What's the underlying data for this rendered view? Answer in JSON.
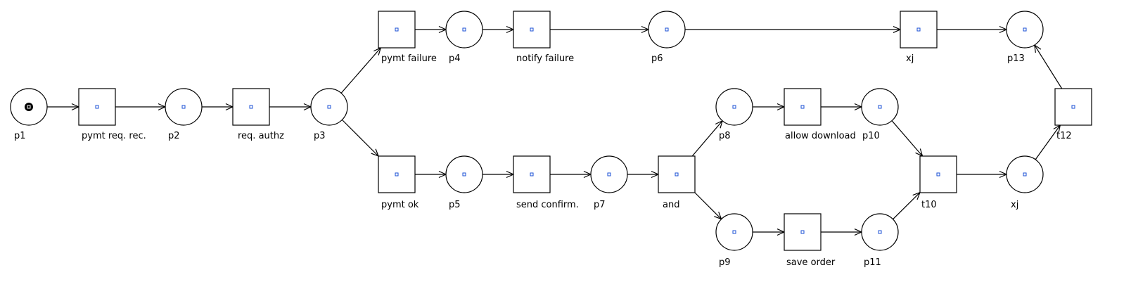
{
  "diagram": {
    "type": "petri-net",
    "colors": {
      "stroke": "#000000",
      "node_fill": "#ffffff",
      "center_marker": "#1a4fd6",
      "token": "#000000"
    },
    "places": [
      {
        "id": "p1",
        "label": "p1",
        "tokens": 1
      },
      {
        "id": "p2",
        "label": "p2",
        "tokens": 0
      },
      {
        "id": "p3",
        "label": "p3",
        "tokens": 0
      },
      {
        "id": "p4",
        "label": "p4",
        "tokens": 0
      },
      {
        "id": "p5",
        "label": "p5",
        "tokens": 0
      },
      {
        "id": "p6",
        "label": "p6",
        "tokens": 0
      },
      {
        "id": "p7",
        "label": "p7",
        "tokens": 0
      },
      {
        "id": "p8",
        "label": "p8",
        "tokens": 0
      },
      {
        "id": "p9",
        "label": "p9",
        "tokens": 0
      },
      {
        "id": "p10",
        "label": "p10",
        "tokens": 0
      },
      {
        "id": "p11",
        "label": "p11",
        "tokens": 0
      },
      {
        "id": "p12",
        "label": "xj",
        "tokens": 0
      },
      {
        "id": "p13",
        "label": "p13",
        "tokens": 0
      }
    ],
    "transitions": [
      {
        "id": "t1",
        "label": "pymt req. rec."
      },
      {
        "id": "t2",
        "label": "req. authz"
      },
      {
        "id": "t3",
        "label": "pymt failure"
      },
      {
        "id": "t4",
        "label": "notify failure"
      },
      {
        "id": "t5",
        "label": "xj"
      },
      {
        "id": "t6",
        "label": "pymt ok"
      },
      {
        "id": "t7",
        "label": "send confirm."
      },
      {
        "id": "t8",
        "label": "and"
      },
      {
        "id": "t9",
        "label": "allow download"
      },
      {
        "id": "t10",
        "label": "save order"
      },
      {
        "id": "t11",
        "label": "t10"
      },
      {
        "id": "t12",
        "label": "t12"
      }
    ],
    "arcs": [
      [
        "p1",
        "t1"
      ],
      [
        "t1",
        "p2"
      ],
      [
        "p2",
        "t2"
      ],
      [
        "t2",
        "p3"
      ],
      [
        "p3",
        "t3"
      ],
      [
        "p3",
        "t6"
      ],
      [
        "t3",
        "p4"
      ],
      [
        "p4",
        "t4"
      ],
      [
        "t4",
        "p6"
      ],
      [
        "p6",
        "t5"
      ],
      [
        "t5",
        "p13"
      ],
      [
        "t6",
        "p5"
      ],
      [
        "p5",
        "t7"
      ],
      [
        "t7",
        "p7"
      ],
      [
        "p7",
        "t8"
      ],
      [
        "t8",
        "p8"
      ],
      [
        "t8",
        "p9"
      ],
      [
        "p8",
        "t9"
      ],
      [
        "t9",
        "p10"
      ],
      [
        "p9",
        "t10"
      ],
      [
        "t10",
        "p11"
      ],
      [
        "p10",
        "t11"
      ],
      [
        "p11",
        "t11"
      ],
      [
        "t11",
        "p12"
      ],
      [
        "p12",
        "t12"
      ],
      [
        "t12",
        "p13"
      ]
    ]
  }
}
